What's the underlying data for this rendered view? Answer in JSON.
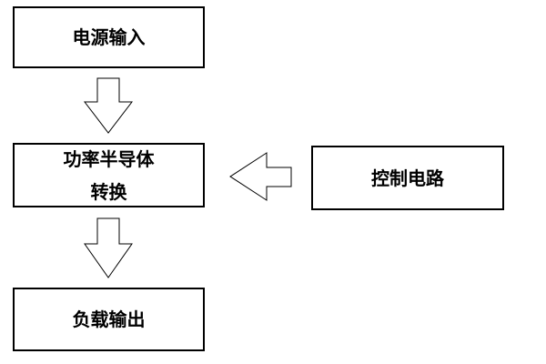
{
  "nodes": {
    "power_input": {
      "label": "电源输入"
    },
    "power_semiconductor": {
      "line1": "功率半导体",
      "line2": "转换"
    },
    "control_circuit": {
      "label": "控制电路"
    },
    "load_output": {
      "label": "负载输出"
    }
  },
  "edges": [
    {
      "from": "power_input",
      "to": "power_semiconductor",
      "style": "hollow-arrow"
    },
    {
      "from": "power_semiconductor",
      "to": "load_output",
      "style": "hollow-arrow"
    },
    {
      "from": "control_circuit",
      "to": "power_semiconductor",
      "style": "hollow-arrow"
    }
  ],
  "colors": {
    "stroke": "#000000",
    "fill": "#ffffff",
    "text": "#000000"
  }
}
